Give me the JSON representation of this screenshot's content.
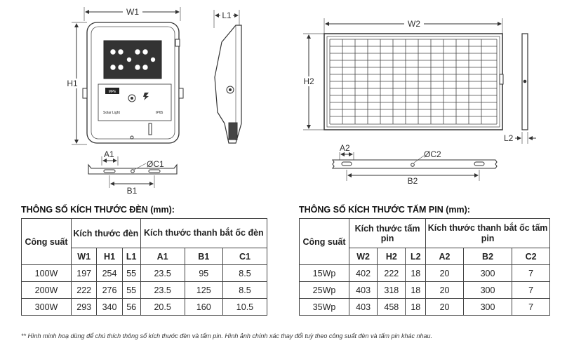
{
  "drawing": {
    "lamp": {
      "w1": "W1",
      "h1": "H1",
      "l1": "L1",
      "a1": "A1",
      "b1": "B1",
      "c1": "ØC1",
      "brand": "MPE",
      "product": "Solar Light",
      "rating": "IP65"
    },
    "panel": {
      "w2": "W2",
      "h2": "H2",
      "l2": "L2",
      "a2": "A2",
      "b2": "B2",
      "c2": "ØC2"
    }
  },
  "lamp_table": {
    "title": "THÔNG SỐ KÍCH THƯỚC ĐÈN (mm):",
    "col_power": "Công suất",
    "group1": "Kích thước đèn",
    "group2": "Kích thước thanh bắt ốc đèn",
    "subheaders": [
      "W1",
      "H1",
      "L1",
      "A1",
      "B1",
      "C1"
    ],
    "rows": [
      [
        "100W",
        "197",
        "254",
        "55",
        "23.5",
        "95",
        "8.5"
      ],
      [
        "200W",
        "222",
        "276",
        "55",
        "23.5",
        "125",
        "8.5"
      ],
      [
        "300W",
        "293",
        "340",
        "56",
        "20.5",
        "160",
        "10.5"
      ]
    ]
  },
  "panel_table": {
    "title": "THÔNG SỐ KÍCH THƯỚC TẤM PIN (mm):",
    "col_power": "Công suất",
    "group1": "Kích thước tấm pin",
    "group2": "Kích thước thanh bắt ốc tấm pin",
    "subheaders": [
      "W2",
      "H2",
      "L2",
      "A2",
      "B2",
      "C2"
    ],
    "rows": [
      [
        "15Wp",
        "402",
        "222",
        "18",
        "20",
        "300",
        "7"
      ],
      [
        "25Wp",
        "403",
        "318",
        "18",
        "20",
        "300",
        "7"
      ],
      [
        "35Wp",
        "403",
        "458",
        "18",
        "20",
        "300",
        "7"
      ]
    ]
  },
  "note": "** Hình minh hoạ dùng để chú thích thông số kích thước đèn và tấm pin. Hình ảnh chính xác thay đổi tuỳ theo công suất đèn và tấm pin khác nhau."
}
